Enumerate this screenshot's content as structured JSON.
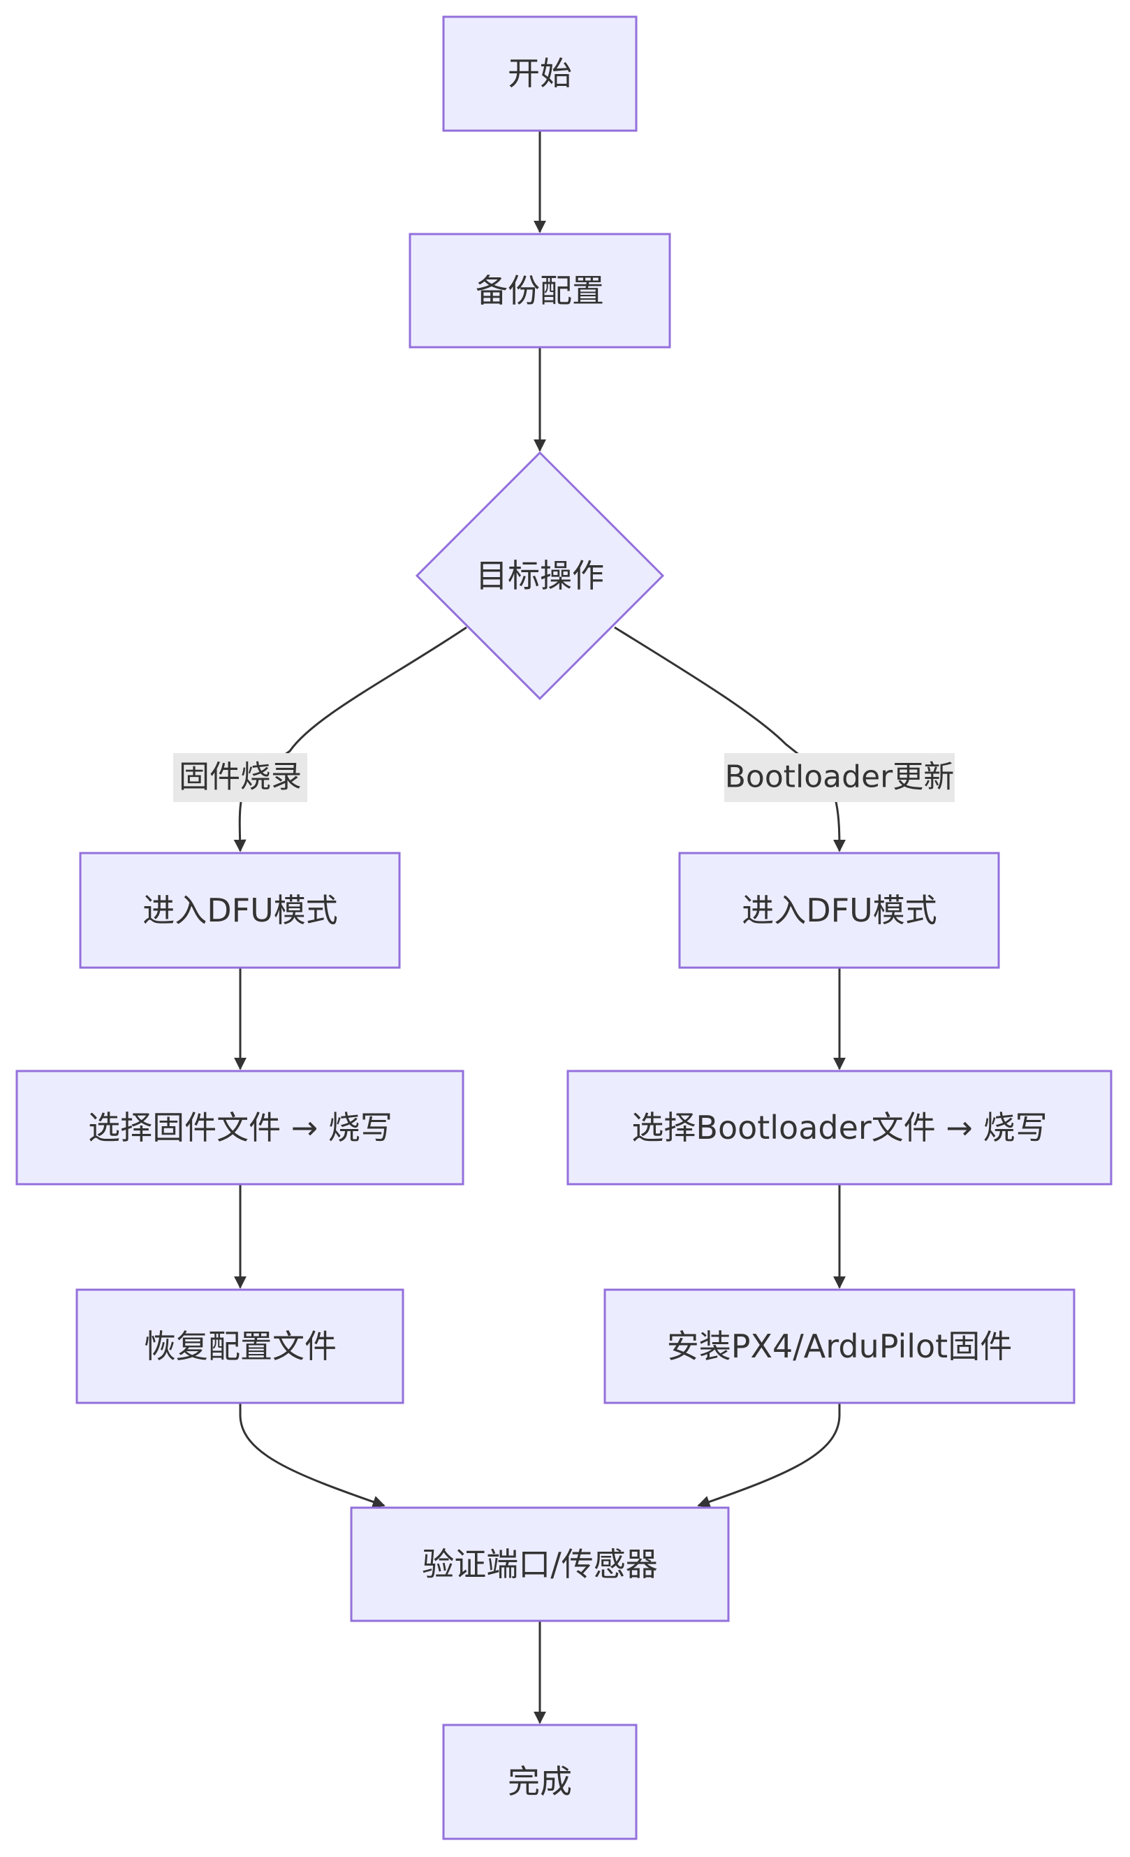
{
  "nodes": {
    "start": "开始",
    "backup": "备份配置",
    "decision": "目标操作",
    "dfu_left": "进入DFU模式",
    "dfu_right": "进入DFU模式",
    "flash_fw": "选择固件文件 → 烧写",
    "flash_bl": "选择Bootloader文件 → 烧写",
    "restore": "恢复配置文件",
    "install_fw": "安装PX4/ArduPilot固件",
    "verify": "验证端口/传感器",
    "done": "完成"
  },
  "edge_labels": {
    "firmware": "固件烧录",
    "bootloader": "Bootloader更新"
  },
  "colors": {
    "node_fill": "#ececff",
    "node_stroke": "#9370db",
    "edge": "#333333",
    "label_bg": "#e8e8e8",
    "text": "#333333"
  }
}
